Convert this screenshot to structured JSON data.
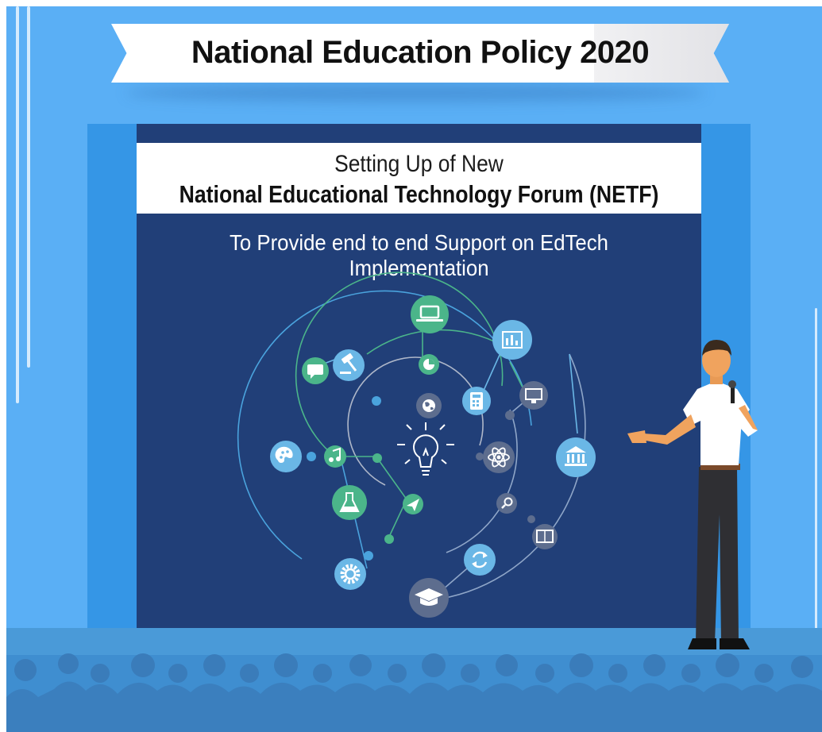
{
  "banner": {
    "title": "National Education Policy 2020"
  },
  "screen": {
    "subtitle": "Setting Up of New",
    "title": "National Educational Technology Forum (NETF)",
    "tagline": "To Provide end to end Support on EdTech Implementation"
  },
  "diagram": {
    "center_icon": "lightbulb-icon",
    "nodes": [
      "laptop-icon",
      "chart-icon",
      "pie-chart-icon",
      "chat-icon",
      "gavel-icon",
      "calculator-icon",
      "globe-icon",
      "monitor-icon",
      "palette-icon",
      "music-icon",
      "atom-icon",
      "bank-icon",
      "flask-icon",
      "paper-plane-icon",
      "search-icon",
      "book-icon",
      "gear-icon",
      "refresh-icon",
      "graduation-cap-icon"
    ]
  },
  "colors": {
    "background": "#5aaff5",
    "screen": "#213f78",
    "accent_green": "#4bb58a",
    "accent_blue": "#6ab7e6",
    "node_grey": "#5d6d8e"
  }
}
